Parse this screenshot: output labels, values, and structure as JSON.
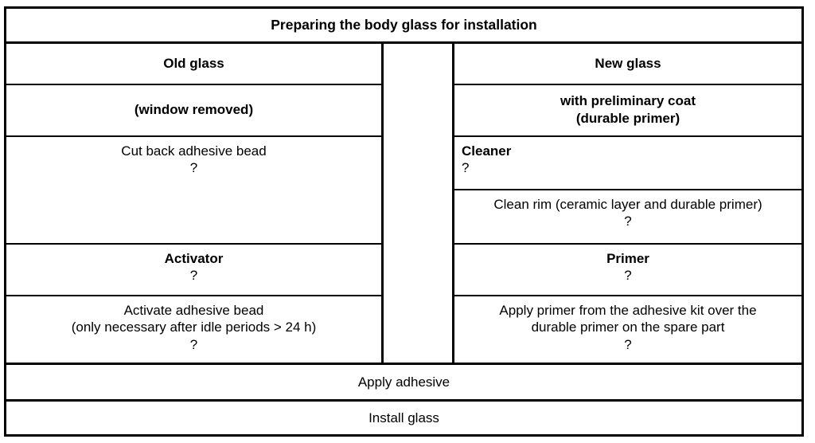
{
  "diagram": {
    "type": "process-flow-table",
    "title": "Preparing the body glass for installation",
    "columns": {
      "left": {
        "header": "Old glass",
        "rows": [
          {
            "main": "(window removed)",
            "bold": true,
            "note": ""
          },
          {
            "main": "Cut back adhesive bead",
            "bold": false,
            "note": "?"
          },
          {
            "main": "Activator",
            "bold": true,
            "note": "?"
          },
          {
            "main": "Activate adhesive bead",
            "sub": "(only necessary after idle periods > 24 h)",
            "bold": false,
            "note": "?"
          }
        ]
      },
      "right": {
        "header": "New glass",
        "rows": [
          {
            "main": "with preliminary coat",
            "sub": "(durable primer)",
            "bold": true,
            "note": ""
          },
          {
            "main": "Cleaner",
            "bold": true,
            "note": "?",
            "align": "left"
          },
          {
            "main": "Clean rim (ceramic layer and durable primer)",
            "bold": false,
            "note": "?"
          },
          {
            "main": "Primer",
            "bold": true,
            "note": "?"
          },
          {
            "main": "Apply primer from the adhesive kit over the",
            "sub": "durable primer on the spare part",
            "bold": false,
            "note": "?"
          }
        ]
      }
    },
    "footer_steps": [
      "Apply adhesive",
      "Install glass"
    ],
    "colors": {
      "line": "#000000",
      "background": "#ffffff",
      "text": "#000000"
    }
  }
}
